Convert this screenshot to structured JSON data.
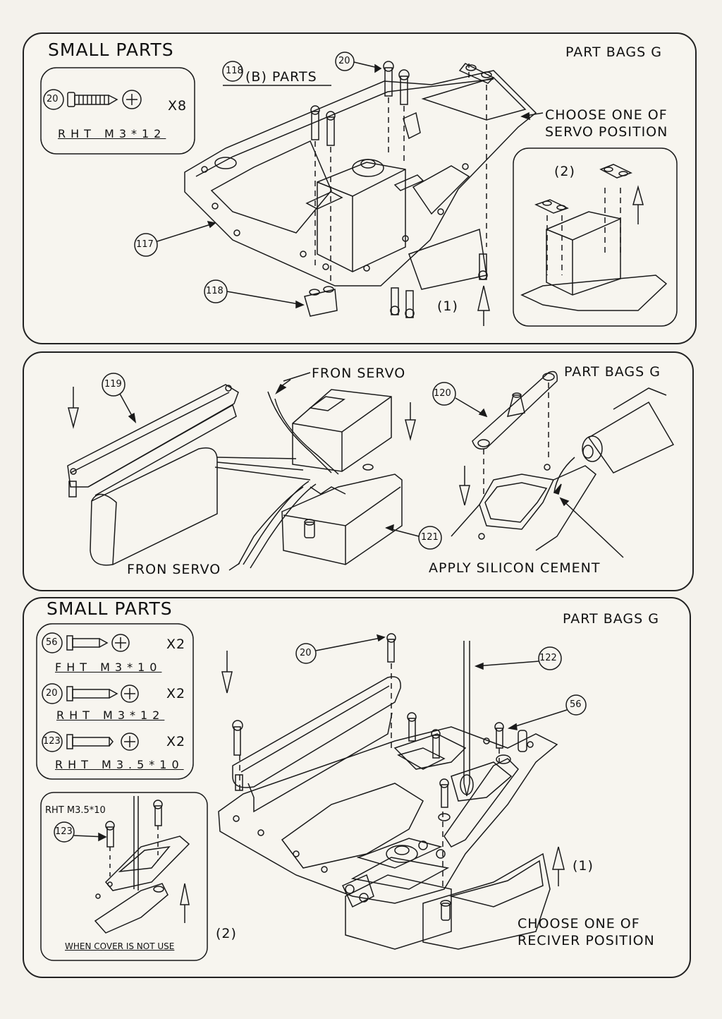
{
  "panel1": {
    "small_parts_title": "SMALL PARTS",
    "part_bags": "PART BAGS G",
    "screw_id": "20",
    "screw_qty": "X8",
    "screw_spec": "RHT M3*12",
    "b_parts_num": "118",
    "b_parts_text": "(B) PARTS",
    "callout_20": "20",
    "choose_line1": "CHOOSE ONE OF",
    "choose_line2": "SERVO POSITION",
    "option2": "(2)",
    "option1": "(1)",
    "part_117": "117",
    "part_118": "118"
  },
  "panel2": {
    "part_119": "119",
    "fron_servo_top": "FRON SERVO",
    "fron_servo_bottom": "FRON SERVO",
    "part_bags": "PART BAGS G",
    "part_120": "120",
    "part_121": "121",
    "apply_cement": "APPLY SILICON CEMENT"
  },
  "panel3": {
    "small_parts_title": "SMALL PARTS",
    "part_bags": "PART BAGS G",
    "screws": [
      {
        "id": "56",
        "qty": "X2",
        "spec": "FHT M3*10"
      },
      {
        "id": "20",
        "qty": "X2",
        "spec": "RHT M3*12"
      },
      {
        "id": "123",
        "qty": "X2",
        "spec": "RHT M3.5*10"
      }
    ],
    "inset_spec": "RHT M3.5*10",
    "inset_123": "123",
    "inset_note": "WHEN COVER IS NOT USE",
    "option2": "(2)",
    "option1": "(1)",
    "callout_20": "20",
    "callout_122": "122",
    "callout_56": "56",
    "choose_line1": "CHOOSE ONE OF",
    "choose_line2": "RECIVER POSITION"
  }
}
